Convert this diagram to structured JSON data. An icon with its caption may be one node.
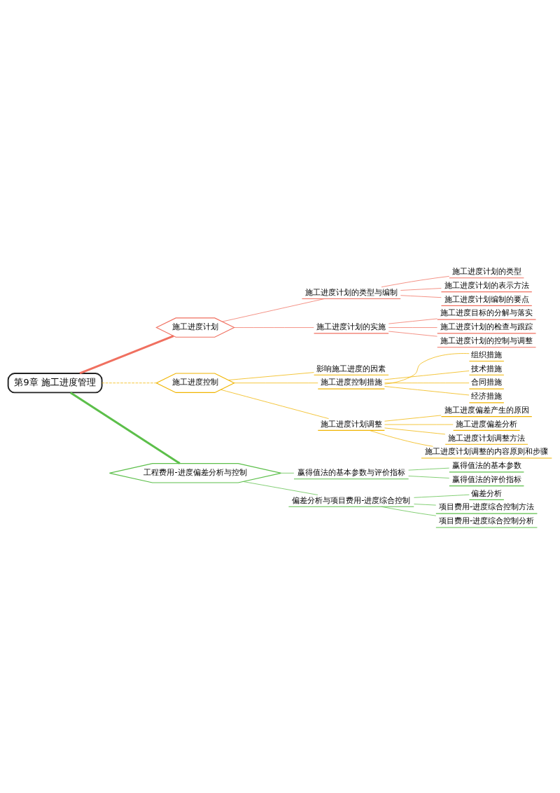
{
  "diagram": {
    "nodes": [
      {
        "text": [
          "第9章 施工进度管理"
        ]
      },
      {
        "text": [
          "施工进度计划"
        ]
      },
      {
        "text": [
          "施工进度计划的类型与编制"
        ]
      },
      {
        "text": [
          "施工进度计划的类型"
        ]
      },
      {
        "text": [
          "施工进度计划的表示方法"
        ]
      },
      {
        "text": [
          "施工进度计划编制的要点"
        ]
      },
      {
        "text": [
          "施工进度计划的实施"
        ]
      },
      {
        "text": [
          "施工进度目标的分解与落实"
        ]
      },
      {
        "text": [
          "施工进度计划的检查与跟踪"
        ]
      },
      {
        "text": [
          "施工进度计划的控制与调整"
        ]
      },
      {
        "text": [
          "施工进度控制"
        ]
      },
      {
        "text": [
          "影响施工进度的因素"
        ]
      },
      {
        "text": [
          "施工进度控制措施"
        ]
      },
      {
        "text": [
          "组织措施"
        ]
      },
      {
        "text": [
          "技术措施"
        ]
      },
      {
        "text": [
          "合同措施"
        ]
      },
      {
        "text": [
          "经济措施"
        ]
      },
      {
        "text": [
          "施工进度计划调整"
        ]
      },
      {
        "text": [
          "施工进度偏差产生的原因"
        ]
      },
      {
        "text": [
          "施工进度偏差分析"
        ]
      },
      {
        "text": [
          "施工进度计划调整方法"
        ]
      },
      {
        "text": [
          "施工进度计划调整的内容原则和步骤"
        ]
      },
      {
        "text": [
          "工程费用-进度偏差分析与控制"
        ]
      },
      {
        "text": [
          "赢得值法的基本参数与评价指标"
        ]
      },
      {
        "text": [
          "赢得值法的基本参数"
        ]
      },
      {
        "text": [
          "赢得值法的评价指标"
        ]
      },
      {
        "text": [
          "偏差分析与项目费用-进度综合控制"
        ]
      },
      {
        "text": [
          "偏差分析"
        ]
      },
      {
        "text": [
          "项目费用-进度综合控制方法"
        ]
      },
      {
        "text": [
          "项目费用-进度综合控制分析"
        ]
      }
    ],
    "edges": [
      {
        "from": 0,
        "to": 1,
        "arrow": "none",
        "style": "thick",
        "color": "#f07060"
      },
      {
        "from": 1,
        "to": 2,
        "arrow": "none",
        "color": "#f07060"
      },
      {
        "from": 2,
        "to": 3,
        "arrow": "none",
        "color": "#f07060"
      },
      {
        "from": 2,
        "to": 4,
        "arrow": "none",
        "color": "#f07060"
      },
      {
        "from": 2,
        "to": 5,
        "arrow": "none",
        "color": "#f07060"
      },
      {
        "from": 1,
        "to": 6,
        "arrow": "none",
        "color": "#f07060"
      },
      {
        "from": 6,
        "to": 7,
        "arrow": "none",
        "color": "#f07060"
      },
      {
        "from": 6,
        "to": 8,
        "arrow": "none",
        "color": "#f07060"
      },
      {
        "from": 6,
        "to": 9,
        "arrow": "none",
        "color": "#f07060"
      },
      {
        "from": 0,
        "to": 10,
        "arrow": "none",
        "style": "dashed",
        "color": "#f0b400"
      },
      {
        "from": 10,
        "to": 11,
        "arrow": "none",
        "color": "#f0b400"
      },
      {
        "from": 10,
        "to": 12,
        "arrow": "none",
        "color": "#f0b400"
      },
      {
        "from": 12,
        "to": 13,
        "arrow": "none",
        "color": "#f0b400"
      },
      {
        "from": 12,
        "to": 14,
        "arrow": "none",
        "color": "#f0b400"
      },
      {
        "from": 12,
        "to": 15,
        "arrow": "none",
        "color": "#f0b400"
      },
      {
        "from": 12,
        "to": 16,
        "arrow": "none",
        "color": "#f0b400"
      },
      {
        "from": 10,
        "to": 17,
        "arrow": "none",
        "color": "#f0b400"
      },
      {
        "from": 17,
        "to": 18,
        "arrow": "none",
        "color": "#f0b400"
      },
      {
        "from": 17,
        "to": 19,
        "arrow": "none",
        "color": "#f0b400"
      },
      {
        "from": 17,
        "to": 20,
        "arrow": "none",
        "color": "#f0b400"
      },
      {
        "from": 17,
        "to": 21,
        "arrow": "none",
        "color": "#f0b400"
      },
      {
        "from": 0,
        "to": 22,
        "arrow": "none",
        "style": "thick",
        "color": "#5cbf4a"
      },
      {
        "from": 22,
        "to": 23,
        "arrow": "none",
        "color": "#5cbf4a"
      },
      {
        "from": 23,
        "to": 24,
        "arrow": "none",
        "color": "#5cbf4a"
      },
      {
        "from": 23,
        "to": 25,
        "arrow": "none",
        "color": "#5cbf4a"
      },
      {
        "from": 22,
        "to": 26,
        "arrow": "none",
        "color": "#5cbf4a"
      },
      {
        "from": 26,
        "to": 27,
        "arrow": "none",
        "color": "#5cbf4a"
      },
      {
        "from": 26,
        "to": 28,
        "arrow": "none",
        "color": "#5cbf4a"
      },
      {
        "from": 26,
        "to": 29,
        "arrow": "none",
        "color": "#5cbf4a"
      }
    ]
  }
}
